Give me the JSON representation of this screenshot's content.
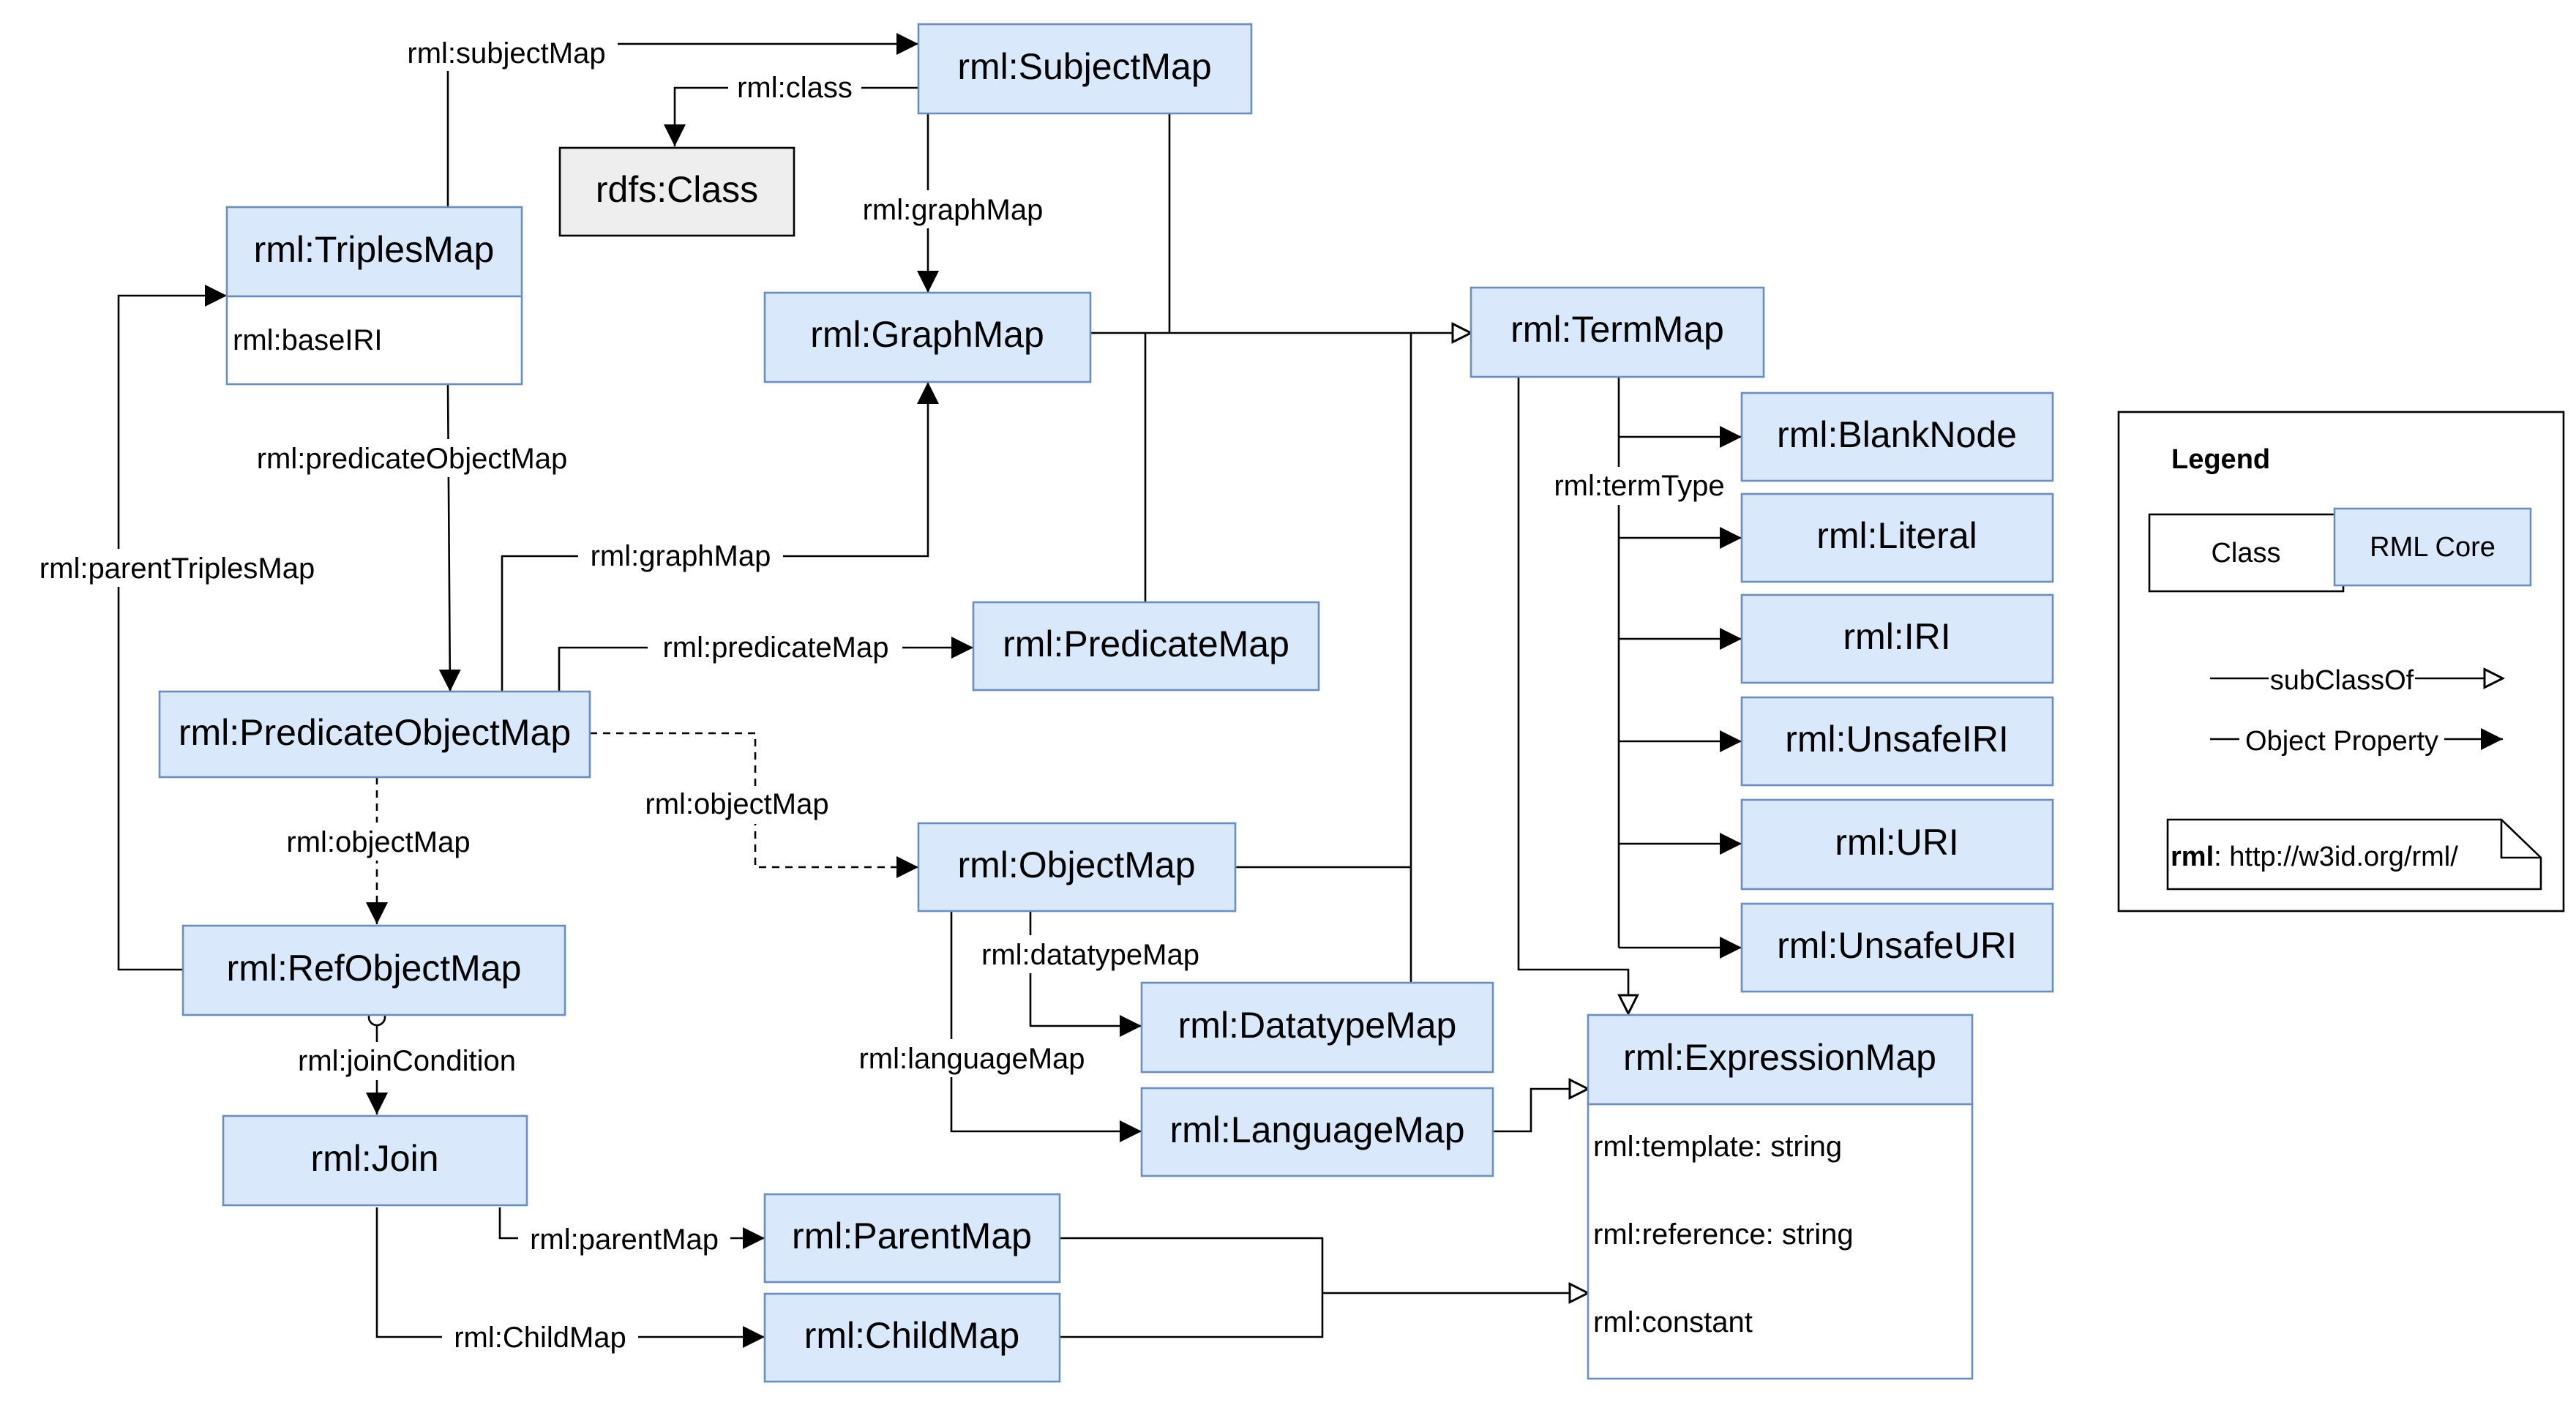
{
  "classes": {
    "subject_map": "rml:SubjectMap",
    "rdfs_class": "rdfs:Class",
    "triples_map": "rml:TriplesMap",
    "graph_map": "rml:GraphMap",
    "term_map": "rml:TermMap",
    "predicate_map": "rml:PredicateMap",
    "predicate_object_map": "rml:PredicateObjectMap",
    "object_map": "rml:ObjectMap",
    "ref_object_map": "rml:RefObjectMap",
    "datatype_map": "rml:DatatypeMap",
    "language_map": "rml:LanguageMap",
    "join": "rml:Join",
    "parent_map": "rml:ParentMap",
    "child_map": "rml:ChildMap",
    "blank_node": "rml:BlankNode",
    "literal": "rml:Literal",
    "iri": "rml:IRI",
    "unsafe_iri": "rml:UnsafeIRI",
    "uri": "rml:URI",
    "unsafe_uri": "rml:UnsafeURI",
    "expression_map": "rml:ExpressionMap"
  },
  "attributes": {
    "triples_map_base_iri": "rml:baseIRI",
    "expression_template": "rml:template: string",
    "expression_reference": "rml:reference: string",
    "expression_constant": "rml:constant"
  },
  "edges": {
    "subject_map": "rml:subjectMap",
    "class": "rml:class",
    "graph_map_from_subject": "rml:graphMap",
    "predicate_object_map": "rml:predicateObjectMap",
    "parent_triples_map": "rml:parentTriplesMap",
    "graph_map_from_pom": "rml:graphMap",
    "predicate_map": "rml:predicateMap",
    "object_map_to_ref": "rml:objectMap",
    "object_map": "rml:objectMap",
    "datatype_map": "rml:datatypeMap",
    "language_map": "rml:languageMap",
    "join_condition": "rml:joinCondition",
    "parent_map": "rml:parentMap",
    "child_map": "rml:ChildMap",
    "term_type": "rml:termType"
  },
  "legend": {
    "title": "Legend",
    "class_label": "Class",
    "rml_core_label": "RML Core",
    "subclass_of": "subClassOf",
    "object_property": "Object Property",
    "namespace_prefix": "rml",
    "namespace_uri": ": http://w3id.org/rml/"
  },
  "colors": {
    "rml_core_fill": "#dae8fc",
    "rml_core_stroke": "#6c8ebf",
    "external_class_fill": "#eeeeee"
  }
}
